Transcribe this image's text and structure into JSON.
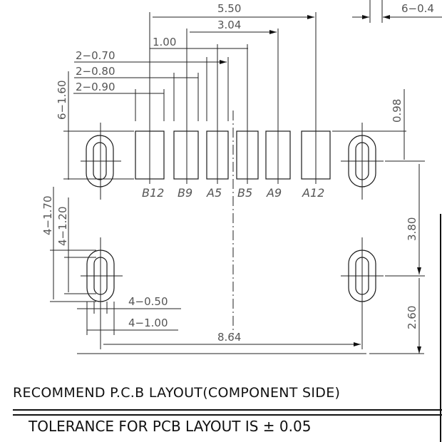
{
  "drawing": {
    "title": "RECOMMEND P.C.B LAYOUT(COMPONENT SIDE)",
    "tolerance": "TOLERANCE FOR PCB LAYOUT IS ± 0.05",
    "dimensions": {
      "d550": "5.50",
      "d304": "3.04",
      "d100": "1.00",
      "d070": "2−0.70",
      "d080": "2−0.80",
      "d090": "2−0.90",
      "d160": "6−1.60",
      "d040": "6−0.4",
      "d098": "0.98",
      "d380": "3.80",
      "d260": "2.60",
      "d864": "8.64",
      "d170": "4−1.70",
      "d120": "4−1.20",
      "d050": "4−0.50",
      "d1004": "4−1.00"
    },
    "pins": [
      {
        "label": "B12"
      },
      {
        "label": "B9"
      },
      {
        "label": "A5"
      },
      {
        "label": "B5"
      },
      {
        "label": "A9"
      },
      {
        "label": "A12"
      }
    ]
  }
}
